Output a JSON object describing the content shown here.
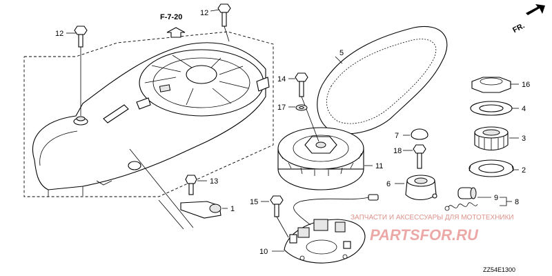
{
  "diagram": {
    "ref_label": "F-7-20",
    "direction_label": "FR.",
    "drawing_code": "ZZ54E1300",
    "callouts": {
      "c1": "1",
      "c2": "2",
      "c3": "3",
      "c4": "4",
      "c5": "5",
      "c6": "6",
      "c7": "7",
      "c8": "8",
      "c9": "9",
      "c10": "10",
      "c11": "11",
      "c12a": "12",
      "c12b": "12",
      "c13": "13",
      "c14": "14",
      "c15": "15",
      "c16": "16",
      "c17": "17",
      "c18": "18"
    }
  },
  "watermark": {
    "line1": "ЗАПЧАСТИ И АКСЕССУАРЫ ДЛЯ МОТОТЕХНИКИ",
    "line2": "PARTSFOR.RU",
    "color": "#d9534f"
  }
}
